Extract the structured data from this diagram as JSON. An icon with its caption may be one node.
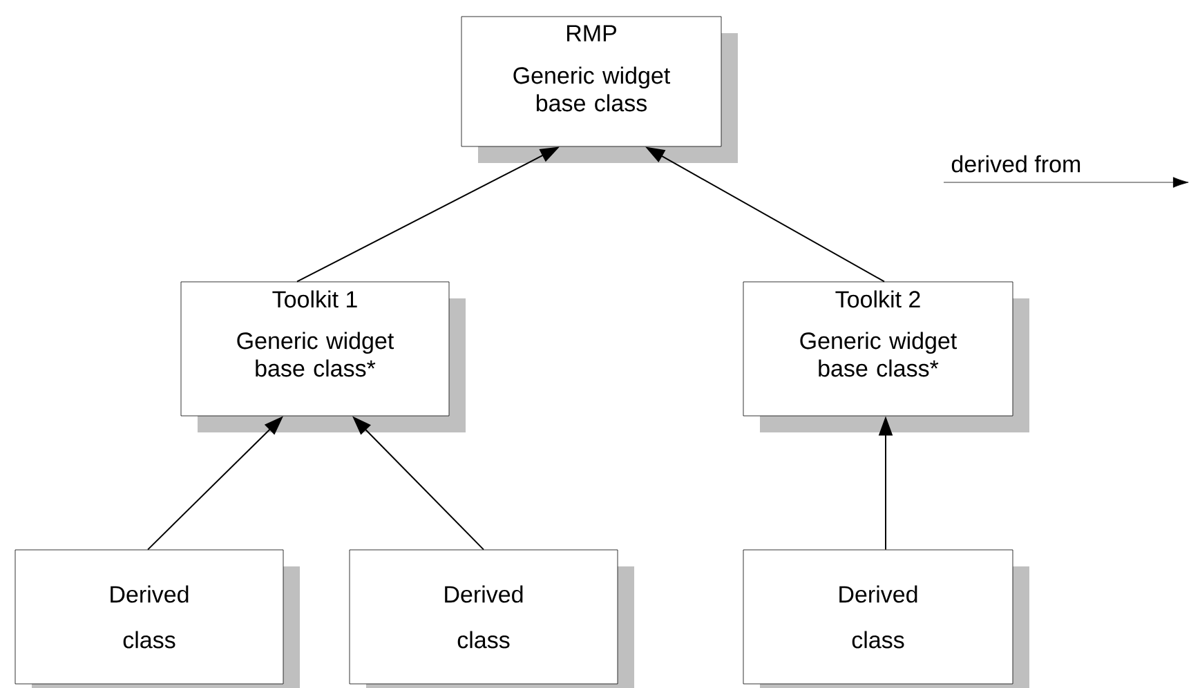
{
  "diagram": {
    "nodes": [
      {
        "text": [
          "RMP",
          "Generic widget base class"
        ]
      },
      {
        "text": [
          "Toolkit 1",
          "Generic widget base class*"
        ]
      },
      {
        "text": [
          "Toolkit 2",
          "Generic widget base class*"
        ]
      },
      {
        "text": [
          "Derived class"
        ]
      },
      {
        "text": [
          "Derived class"
        ]
      },
      {
        "text": [
          "Derived class"
        ]
      }
    ],
    "edges": [
      {
        "from": 1,
        "to": 0,
        "arrow": "to"
      },
      {
        "from": 2,
        "to": 0,
        "arrow": "to"
      },
      {
        "from": 3,
        "to": 1,
        "arrow": "to"
      },
      {
        "from": 4,
        "to": 1,
        "arrow": "to"
      },
      {
        "from": 5,
        "to": 2,
        "arrow": "to"
      }
    ],
    "legend": [
      {
        "text": "derived from"
      }
    ]
  }
}
